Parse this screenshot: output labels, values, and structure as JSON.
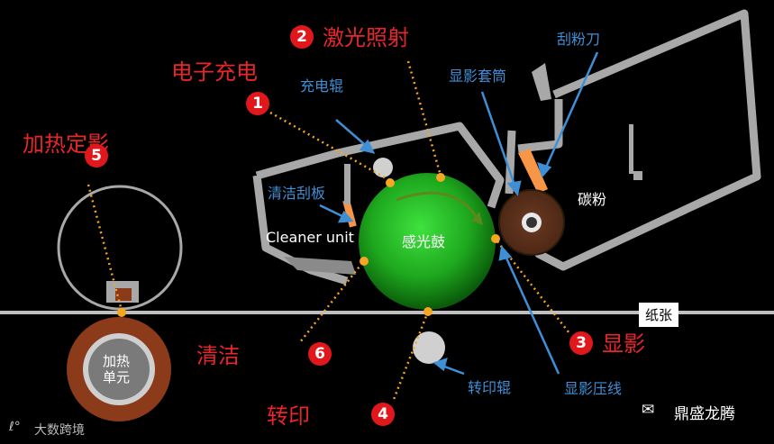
{
  "steps": {
    "charge": {
      "num": "1",
      "label": "电子充电"
    },
    "laser": {
      "num": "2",
      "label": "激光照射"
    },
    "develop": {
      "num": "3",
      "label": "显影"
    },
    "transfer": {
      "num": "4",
      "label": "转印"
    },
    "fuse": {
      "num": "5",
      "label": "加热定影"
    },
    "clean": {
      "num": "6",
      "label": "清洁"
    }
  },
  "parts": {
    "charge_roller": "充电辊",
    "blade": "刮粉刀",
    "sleeve": "显影套筒",
    "cleaning_blade": "清洁刮板",
    "cleaner_unit": "Cleaner unit",
    "drum": "感光鼓",
    "toner": "碳粉",
    "paper": "纸张",
    "heater_line1": "加热",
    "heater_line2": "单元",
    "transfer_roller": "转印辊",
    "develop_line": "显影压线"
  },
  "watermark": {
    "brand": "鼎盛龙腾",
    "source": "大数跨境"
  },
  "colors": {
    "red": "#e8262a",
    "blue": "#3f8fd6",
    "dot": "#f5a623",
    "drum": "#1ea81e",
    "heater": "#8b3a1a"
  }
}
